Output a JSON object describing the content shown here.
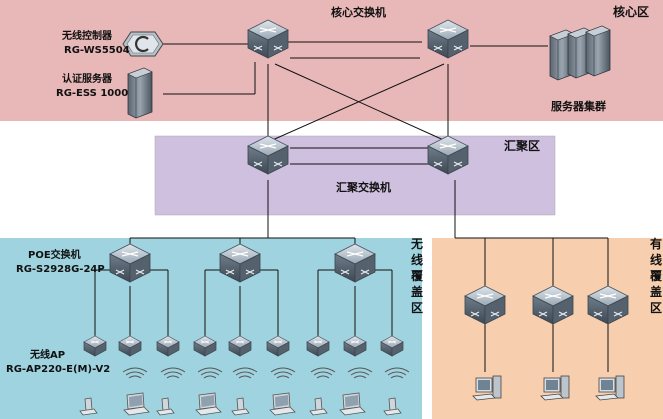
{
  "zones": {
    "core": {
      "label": "核心区",
      "color": "#e8b7b7"
    },
    "aggregation": {
      "label": "汇聚区",
      "color": "#cfc0df"
    },
    "wireless": {
      "label": "无线覆盖区",
      "color": "#9fd3e0"
    },
    "wired": {
      "label": "有线覆盖区",
      "color": "#f7cfae"
    }
  },
  "labels": {
    "core_switch": "核心交换机",
    "wireless_controller": "无线控制器",
    "wireless_controller_model": "RG-WS5504",
    "auth_server": "认证服务器",
    "auth_server_model": "RG-ESS 1000",
    "server_cluster": "服务器集群",
    "aggregation_switch": "汇聚交换机",
    "poe_switch": "POE交换机",
    "poe_switch_model": "RG-S2928G-24P",
    "wireless_ap": "无线AP",
    "wireless_ap_model": "RG-AP220-E(M)-V2"
  },
  "icons": {
    "switch": "network-switch-icon",
    "controller": "wireless-controller-icon",
    "server": "server-tower-icon",
    "ap": "access-point-icon",
    "wifi": "wifi-signal-icon",
    "laptop": "laptop-icon",
    "pc": "desktop-pc-icon"
  }
}
